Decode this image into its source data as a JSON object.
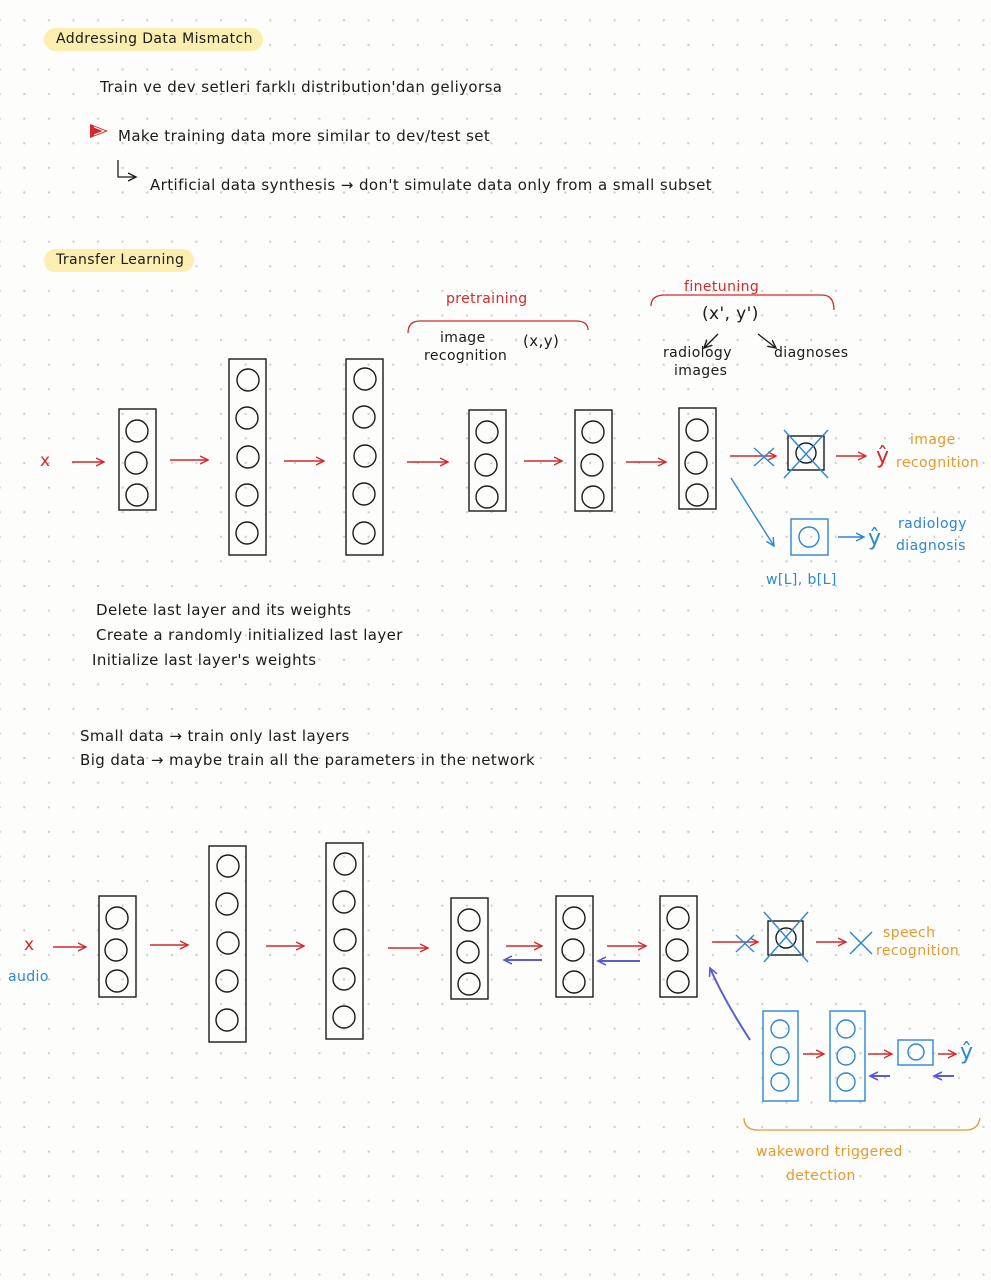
{
  "section1": {
    "title": "Addressing Data Mismatch",
    "line1": "Train ve dev setleri farklı distribution'dan geliyorsa",
    "line2": "Make training data more similar to dev/test set",
    "line3": "Artificial data synthesis → don't simulate data only from a small subset"
  },
  "section2": {
    "title": "Transfer Learning",
    "pretraining": {
      "label": "pretraining",
      "text1": "image",
      "text2": "recognition",
      "pair": "(x,y)"
    },
    "finetuning": {
      "label": "finetuning",
      "pair": "(x', y')",
      "left1": "radiology",
      "left2": "images",
      "right": "diagnoses"
    },
    "input": "x",
    "output_image": {
      "symbol": "ŷ",
      "label1": "image",
      "label2": "recognition"
    },
    "output_radiology": {
      "symbol": "ŷ",
      "label1": "radiology",
      "label2": "diagnosis"
    },
    "weights_label": "w[L], b[L]",
    "steps": [
      "Delete last layer and its weights",
      "Create a randomly initialized last layer",
      "Initialize last layer's weights"
    ],
    "data_notes": [
      "Small data → train only last layers",
      "Big data → maybe train all the parameters in the network"
    ]
  },
  "section3": {
    "input": "x",
    "input_label": "audio",
    "output_speech": {
      "label1": "speech",
      "label2": "recognition"
    },
    "output_symbol": "ŷ",
    "bracket_label1": "wakeword triggered",
    "bracket_label2": "detection"
  }
}
